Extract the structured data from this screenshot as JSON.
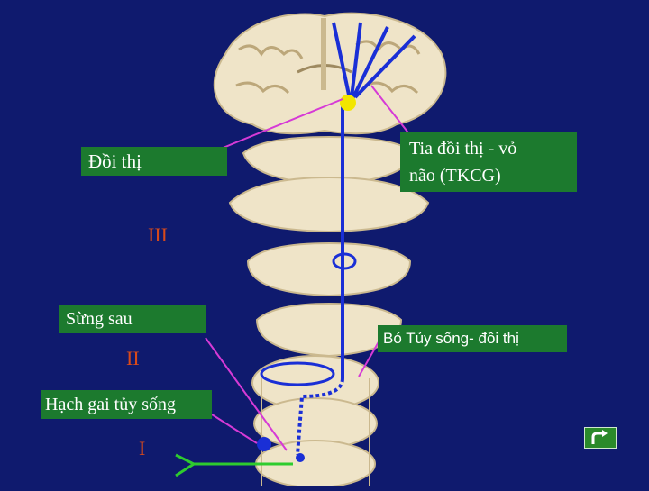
{
  "labels": {
    "thalamus": "Đồi thị",
    "thalamocortical_line1": "Tia đồi thị - vỏ",
    "thalamocortical_line2": "não (TKCG)",
    "dorsal_horn": "Sừng sau",
    "spinothalamic_tract": "Bó Tủy sống- đồi thị",
    "spinal_ganglion": "Hạch gai tủy sống"
  },
  "neuron_numbers": {
    "third": "III",
    "second": "II",
    "first": "I"
  },
  "nav": {
    "back_icon": "return-arrow-icon"
  },
  "colors": {
    "background": "#0f1a6e",
    "label_box": "#1c7a2e",
    "roman_numerals": "#d94a1a",
    "pathway": "#1a2fd6",
    "pointer_lines": "#d63ad6",
    "sensory_fiber": "#2ecc2e",
    "thalamus_nucleus": "#f2e600"
  }
}
